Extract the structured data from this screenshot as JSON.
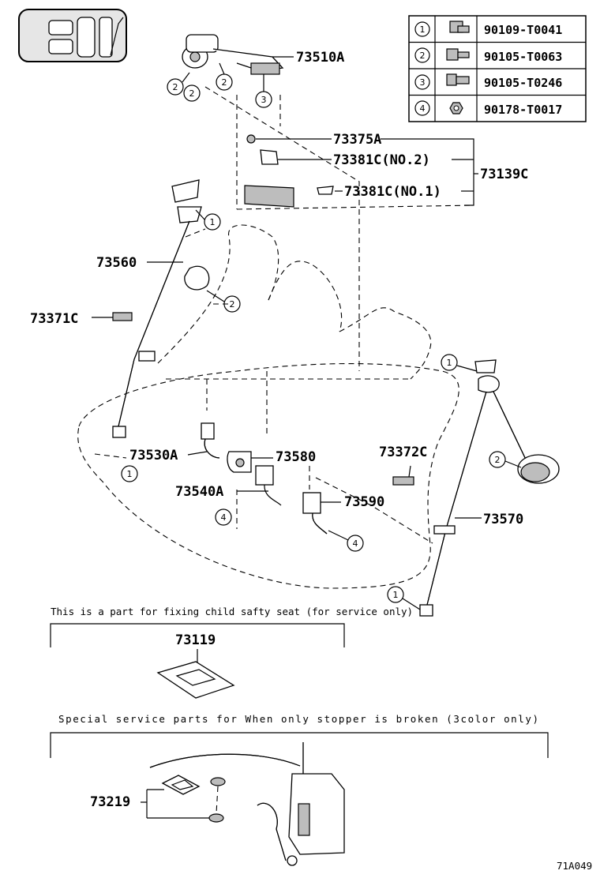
{
  "legend": [
    {
      "num": "1",
      "icon": "bolt-flange-icon",
      "part": "90109-T0041"
    },
    {
      "num": "2",
      "icon": "bolt-icon",
      "part": "90105-T0063"
    },
    {
      "num": "3",
      "icon": "bolt-washer-icon",
      "part": "90105-T0246"
    },
    {
      "num": "4",
      "icon": "nut-icon",
      "part": "90178-T0017"
    }
  ],
  "labels": {
    "p73510A": "73510A",
    "p73375A": "73375A",
    "p73381C_no2": "73381C(NO.2)",
    "p73139C": "73139C",
    "p73381C_no1": "73381C(NO.1)",
    "p73560": "73560",
    "p73371C": "73371C",
    "p73530A": "73530A",
    "p73580": "73580",
    "p73372C": "73372C",
    "p73540A": "73540A",
    "p73590": "73590",
    "p73570": "73570",
    "p73119": "73119",
    "p73219": "73219"
  },
  "callouts": {
    "c1": "1",
    "c2": "2",
    "c3": "3",
    "c4": "4"
  },
  "notes": {
    "child_seat": "This is a part for fixing child safty seat (for service only)",
    "stopper": "Special  service  parts  for  When  only  stopper  is  broken  (3color  only)"
  },
  "diagram_code": "71A049"
}
